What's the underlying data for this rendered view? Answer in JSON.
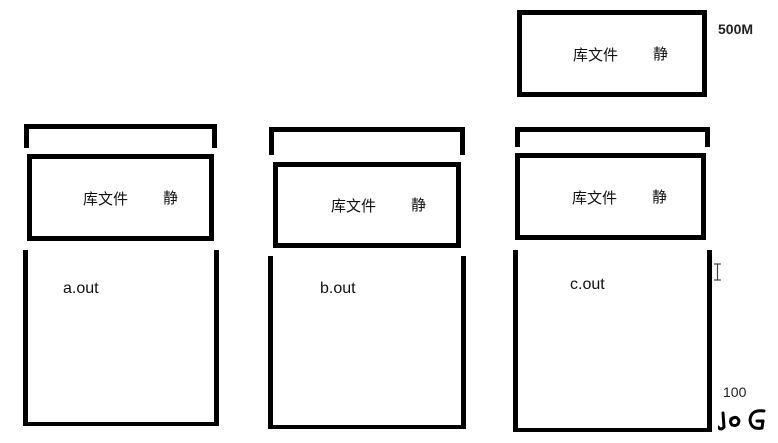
{
  "programs": [
    {
      "lib_label": "库文件",
      "lib_mark": "静",
      "program_label": "a.out"
    },
    {
      "lib_label": "库文件",
      "lib_mark": "静",
      "program_label": "b.out"
    },
    {
      "lib_label": "库文件",
      "lib_mark": "静",
      "program_label": "c.out"
    }
  ],
  "shared_lib": {
    "label": "库文件",
    "mark": "静"
  },
  "annotations": {
    "top_size": "500M",
    "bottom_size": "100"
  },
  "icons": {
    "cursor": "text-cursor-icon",
    "handwriting": "handwritten-scribble-icon"
  }
}
